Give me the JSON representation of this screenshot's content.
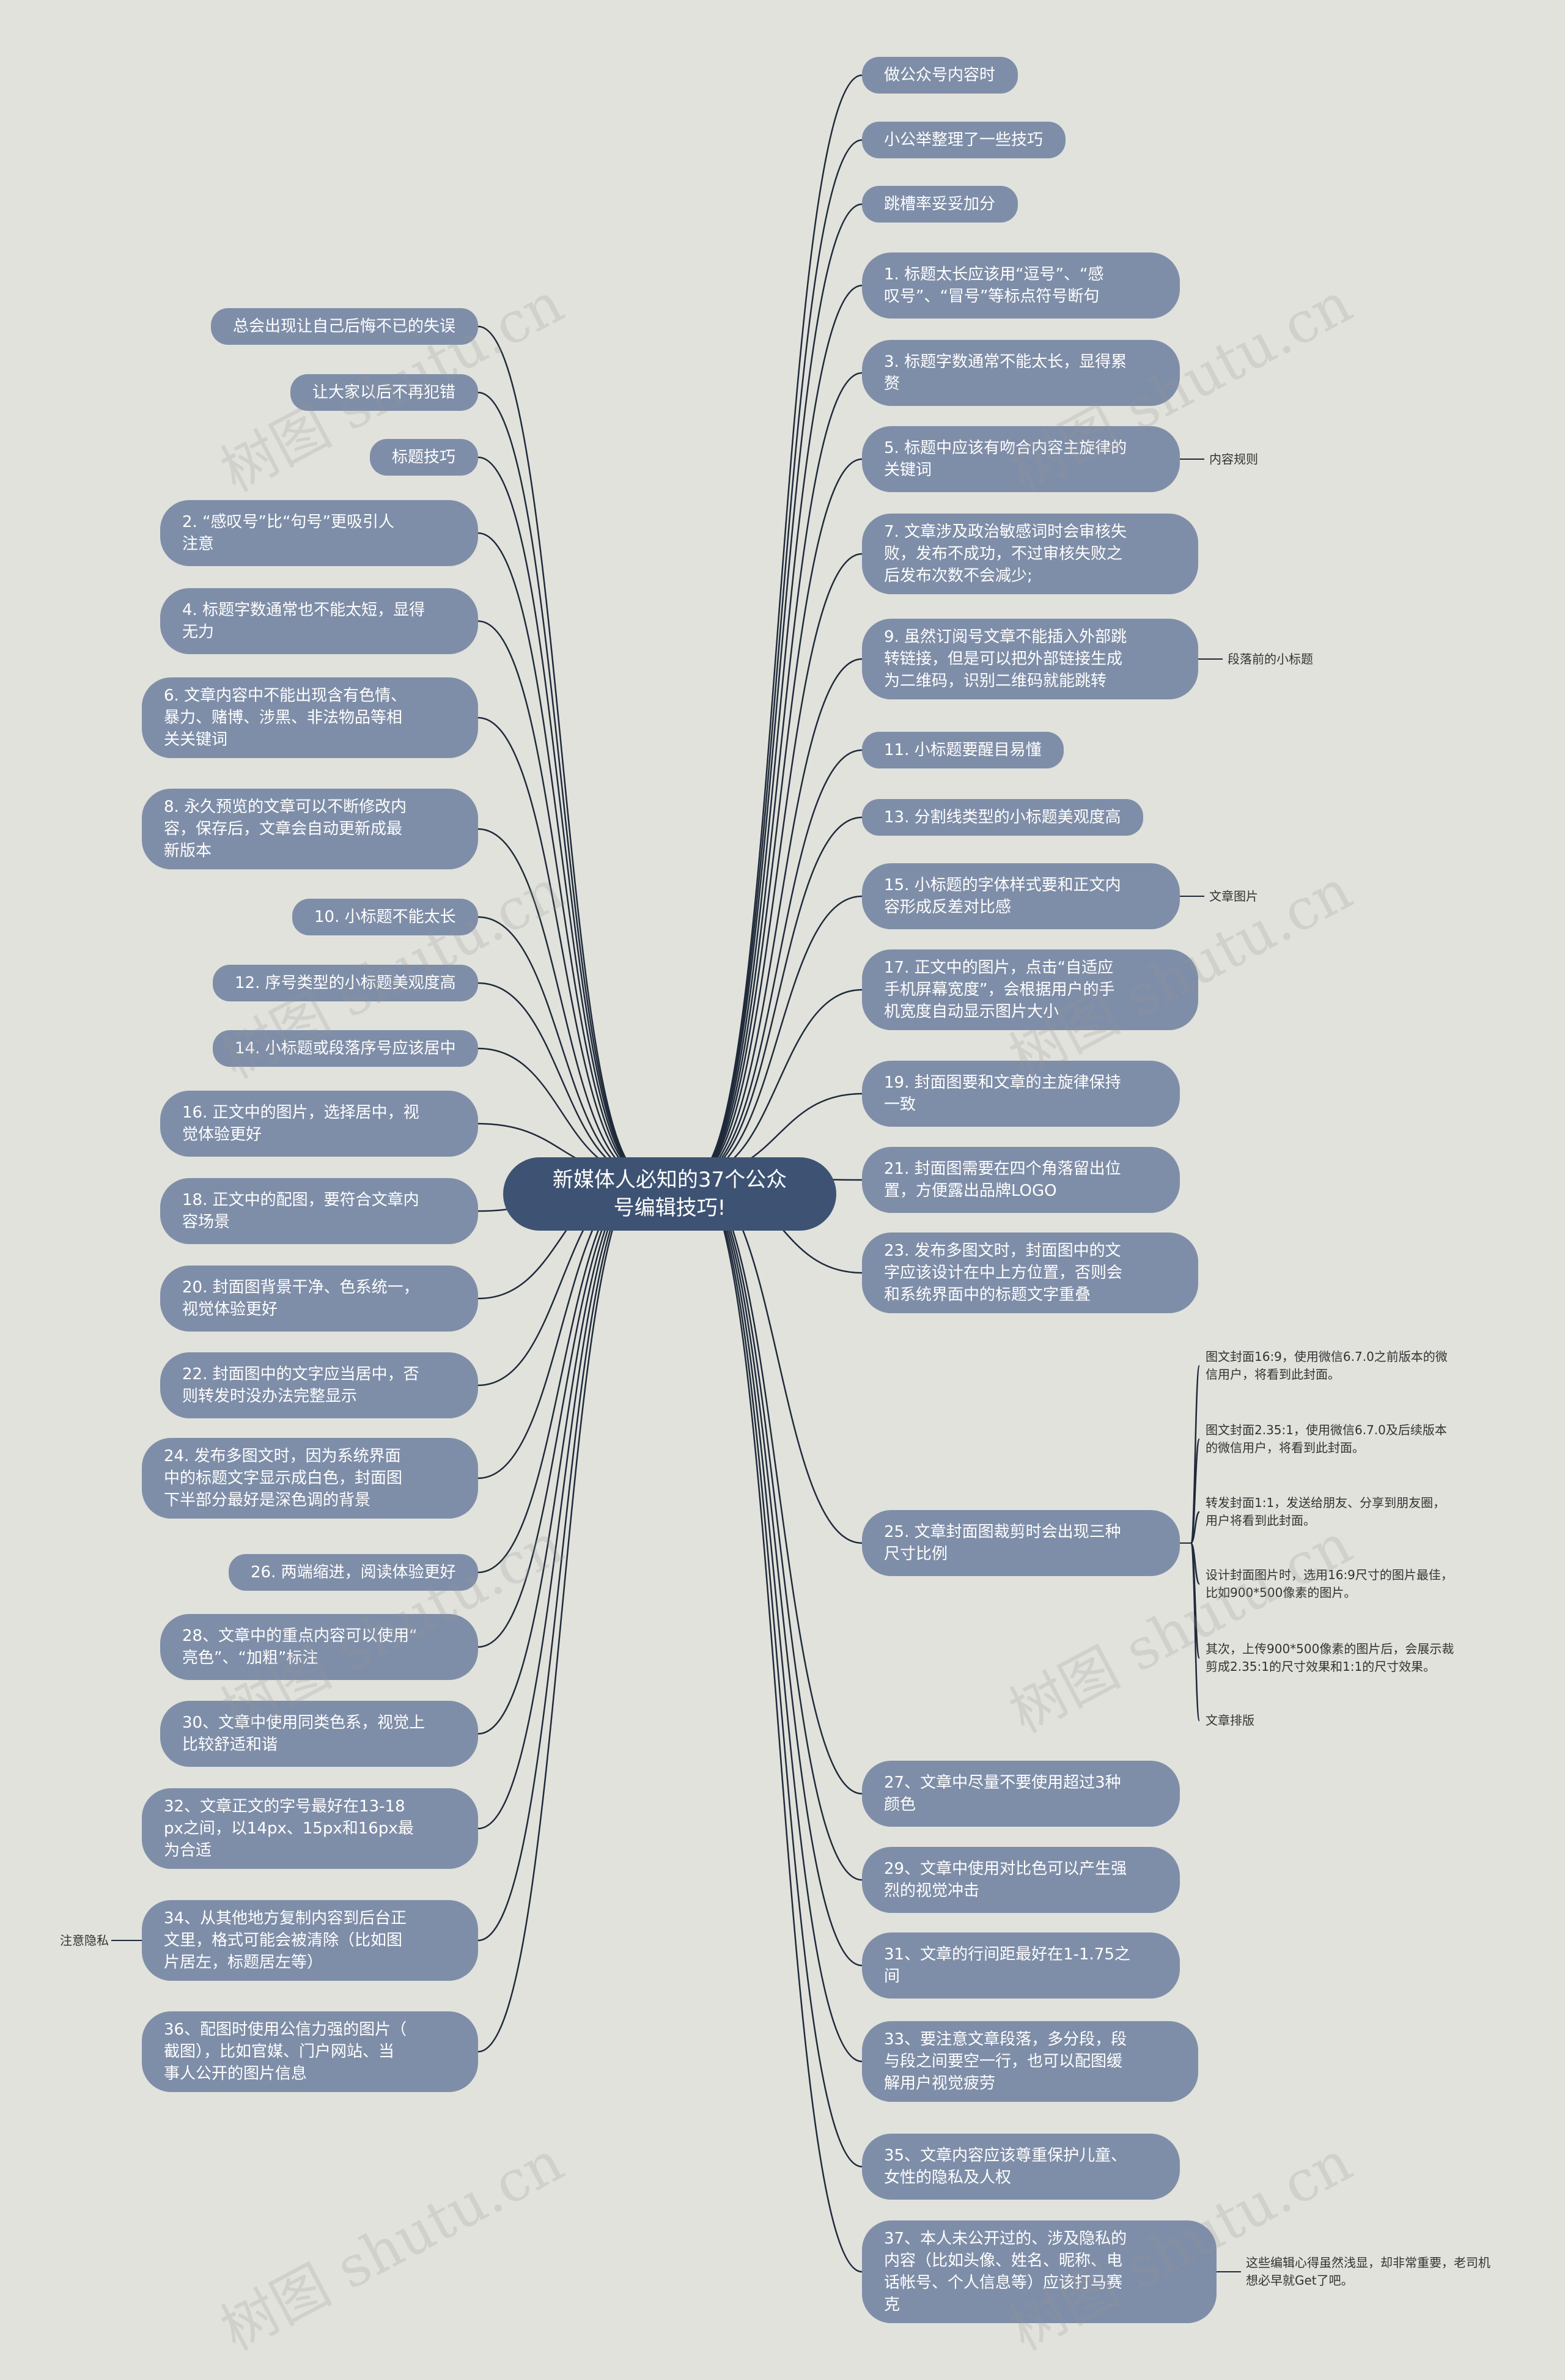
{
  "root": {
    "label": "新媒体人必知的37个公众\n号编辑技巧!"
  },
  "right": [
    {
      "label": "做公众号内容时"
    },
    {
      "label": "小公举整理了一些技巧"
    },
    {
      "label": "跳槽率妥妥加分"
    },
    {
      "label": "1. 标题太长应该用“逗号”、“感\n叹号”、“冒号”等标点符号断句"
    },
    {
      "label": "3. 标题字数通常不能太长，显得累\n赘"
    },
    {
      "label": "5. 标题中应该有吻合内容主旋律的\n关键词",
      "leaf": "内容规则"
    },
    {
      "label": "7. 文章涉及政治敏感词时会审核失\n败，发布不成功，不过审核失败之\n后发布次数不会减少;"
    },
    {
      "label": "9. 虽然订阅号文章不能插入外部跳\n转链接，但是可以把外部链接生成\n为二维码，识别二维码就能跳转",
      "leaf": "段落前的小标题"
    },
    {
      "label": "11. 小标题要醒目易懂"
    },
    {
      "label": "13. 分割线类型的小标题美观度高"
    },
    {
      "label": "15. 小标题的字体样式要和正文内\n容形成反差对比感",
      "leaf": "文章图片"
    },
    {
      "label": "17. 正文中的图片，点击“自适应\n手机屏幕宽度”，会根据用户的手\n机宽度自动显示图片大小"
    },
    {
      "label": "19. 封面图要和文章的主旋律保持\n一致"
    },
    {
      "label": "21. 封面图需要在四个角落留出位\n置，方便露出品牌LOGO"
    },
    {
      "label": "23. 发布多图文时，封面图中的文\n字应该设计在中上方位置，否则会\n和系统界面中的标题文字重叠"
    },
    {
      "label": "25. 文章封面图裁剪时会出现三种\n尺寸比例"
    },
    {
      "label": "27、文章中尽量不要使用超过3种\n颜色"
    },
    {
      "label": "29、文章中使用对比色可以产生强\n烈的视觉冲击"
    },
    {
      "label": "31、文章的行间距最好在1-1.75之\n间"
    },
    {
      "label": "33、要注意文章段落，多分段，段\n与段之间要空一行，也可以配图缓\n解用户视觉疲劳"
    },
    {
      "label": "35、文章内容应该尊重保护儿童、\n女性的隐私及人权"
    },
    {
      "label": "37、本人未公开过的、涉及隐私的\n内容（比如头像、姓名、昵称、电\n话帐号、个人信息等）应该打马赛\n克",
      "leaf": "这些编辑心得虽然浅显，却非常重要，老司机\n想必早就Get了吧。"
    }
  ],
  "left": [
    {
      "label": "总会出现让自己后悔不已的失误"
    },
    {
      "label": "让大家以后不再犯错"
    },
    {
      "label": "标题技巧"
    },
    {
      "label": "2. “感叹号”比“句号”更吸引人\n注意"
    },
    {
      "label": "4. 标题字数通常也不能太短，显得\n无力"
    },
    {
      "label": "6. 文章内容中不能出现含有色情、\n暴力、赌博、涉黑、非法物品等相\n关关键词"
    },
    {
      "label": "8. 永久预览的文章可以不断修改内\n容，保存后，文章会自动更新成最\n新版本"
    },
    {
      "label": "10. 小标题不能太长"
    },
    {
      "label": "12. 序号类型的小标题美观度高"
    },
    {
      "label": "14. 小标题或段落序号应该居中"
    },
    {
      "label": "16. 正文中的图片，选择居中，视\n觉体验更好"
    },
    {
      "label": "18. 正文中的配图，要符合文章内\n容场景"
    },
    {
      "label": "20. 封面图背景干净、色系统一，\n视觉体验更好"
    },
    {
      "label": "22. 封面图中的文字应当居中，否\n则转发时没办法完整显示"
    },
    {
      "label": "24. 发布多图文时，因为系统界面\n中的标题文字显示成白色，封面图\n下半部分最好是深色调的背景"
    },
    {
      "label": "26. 两端缩进，阅读体验更好"
    },
    {
      "label": "28、文章中的重点内容可以使用“\n亮色”、“加粗”标注"
    },
    {
      "label": "30、文章中使用同类色系，视觉上\n比较舒适和谐"
    },
    {
      "label": "32、文章正文的字号最好在13-18\npx之间，以14px、15px和16px最\n为合适"
    },
    {
      "label": "34、从其他地方复制内容到后台正\n文里，格式可能会被清除（比如图\n片居左，标题居左等）",
      "leaf": "注意隐私"
    },
    {
      "label": "36、配图时使用公信力强的图片（\n截图），比如官媒、门户网站、当\n事人公开的图片信息"
    }
  ],
  "sub25": [
    {
      "label": "图文封面16:9，使用微信6.7.0之前版本的微\n信用户，将看到此封面。"
    },
    {
      "label": "图文封面2.35:1，使用微信6.7.0及后续版本\n的微信用户，将看到此封面。"
    },
    {
      "label": "转发封面1:1，发送给朋友、分享到朋友圈，\n用户将看到此封面。"
    },
    {
      "label": "设计封面图片时，选用16:9尺寸的图片最佳，\n比如900*500像素的图片。"
    },
    {
      "label": "其次，上传900*500像素的图片后，会展示裁\n剪成2.35:1的尺寸效果和1:1的尺寸效果。"
    },
    {
      "label": "文章排版"
    }
  ],
  "watermark": "树图 shutu.cn",
  "colors": {
    "node": "#7f8ea8",
    "root": "#3e5373",
    "line": "#1f2a3a",
    "background": "#e1e2dc"
  }
}
